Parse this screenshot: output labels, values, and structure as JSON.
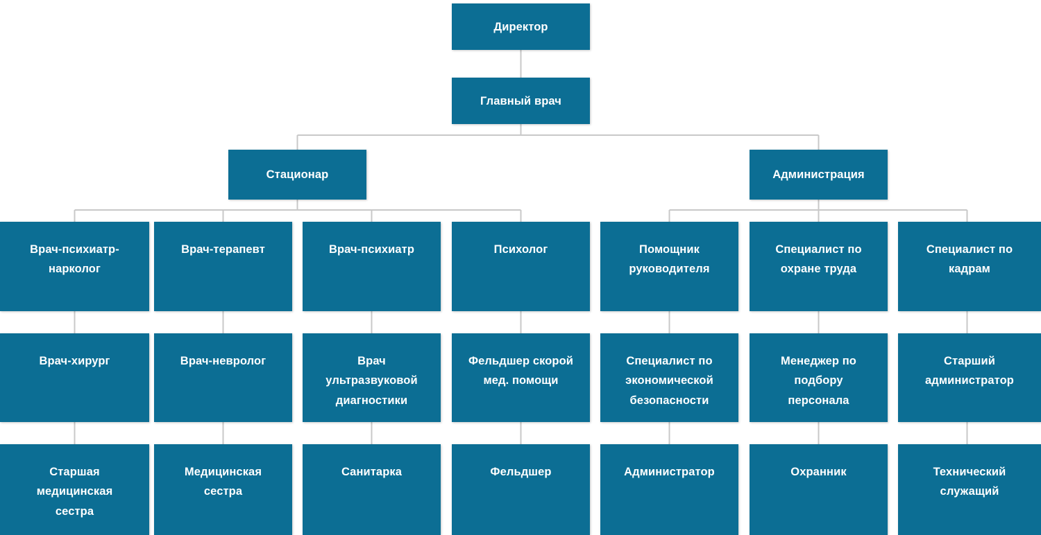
{
  "diagram": {
    "type": "organizational-chart",
    "title": "",
    "colors": {
      "node_fill": "#0c6e94",
      "node_text": "#ffffff",
      "connector": "#c8c8c8",
      "background": "#ffffff"
    },
    "levels": [
      {
        "level": 1,
        "nodes": [
          {
            "id": "director",
            "label": "Директор"
          }
        ]
      },
      {
        "level": 2,
        "nodes": [
          {
            "id": "chief-doctor",
            "label": "Главный врач"
          }
        ]
      },
      {
        "level": 3,
        "nodes": [
          {
            "id": "inpatient",
            "label": "Стационар"
          },
          {
            "id": "administration",
            "label": "Администрация"
          }
        ]
      },
      {
        "level": 4,
        "nodes": [
          {
            "id": "psychiatrist-narcologist",
            "label": "Врач-психиатр-\nнарколог"
          },
          {
            "id": "therapist",
            "label": "Врач-терапевт"
          },
          {
            "id": "psychiatrist",
            "label": "Врач-психиатр"
          },
          {
            "id": "psychologist",
            "label": "Психолог"
          },
          {
            "id": "assistant-director",
            "label": "Помощник\nруководителя"
          },
          {
            "id": "labor-safety-specialist",
            "label": "Специалист по\nохране труда"
          },
          {
            "id": "hr-specialist",
            "label": "Специалист по\nкадрам"
          }
        ]
      },
      {
        "level": 5,
        "nodes": [
          {
            "id": "surgeon",
            "label": "Врач-хирург"
          },
          {
            "id": "neurologist",
            "label": "Врач-невролог"
          },
          {
            "id": "ultrasound-doctor",
            "label": "Врач\nультразвуковой\nдиагностики"
          },
          {
            "id": "emergency-paramedic",
            "label": "Фельдшер скорой\nмед. помощи"
          },
          {
            "id": "economic-security-specialist",
            "label": "Специалист по\nэкономической\nбезопасности"
          },
          {
            "id": "recruitment-manager",
            "label": "Менеджер по\nподбору\nперсонала"
          },
          {
            "id": "senior-administrator",
            "label": "Старший\nадминистратор"
          }
        ]
      },
      {
        "level": 6,
        "nodes": [
          {
            "id": "senior-nurse",
            "label": "Старшая\nмедицинская\nсестра"
          },
          {
            "id": "nurse",
            "label": "Медицинская\nсестра"
          },
          {
            "id": "orderly",
            "label": "Санитарка"
          },
          {
            "id": "paramedic",
            "label": "Фельдшер"
          },
          {
            "id": "administrator",
            "label": "Администратор"
          },
          {
            "id": "guard",
            "label": "Охранник"
          },
          {
            "id": "technical-staff",
            "label": "Технический\nслужащий"
          }
        ]
      }
    ]
  }
}
